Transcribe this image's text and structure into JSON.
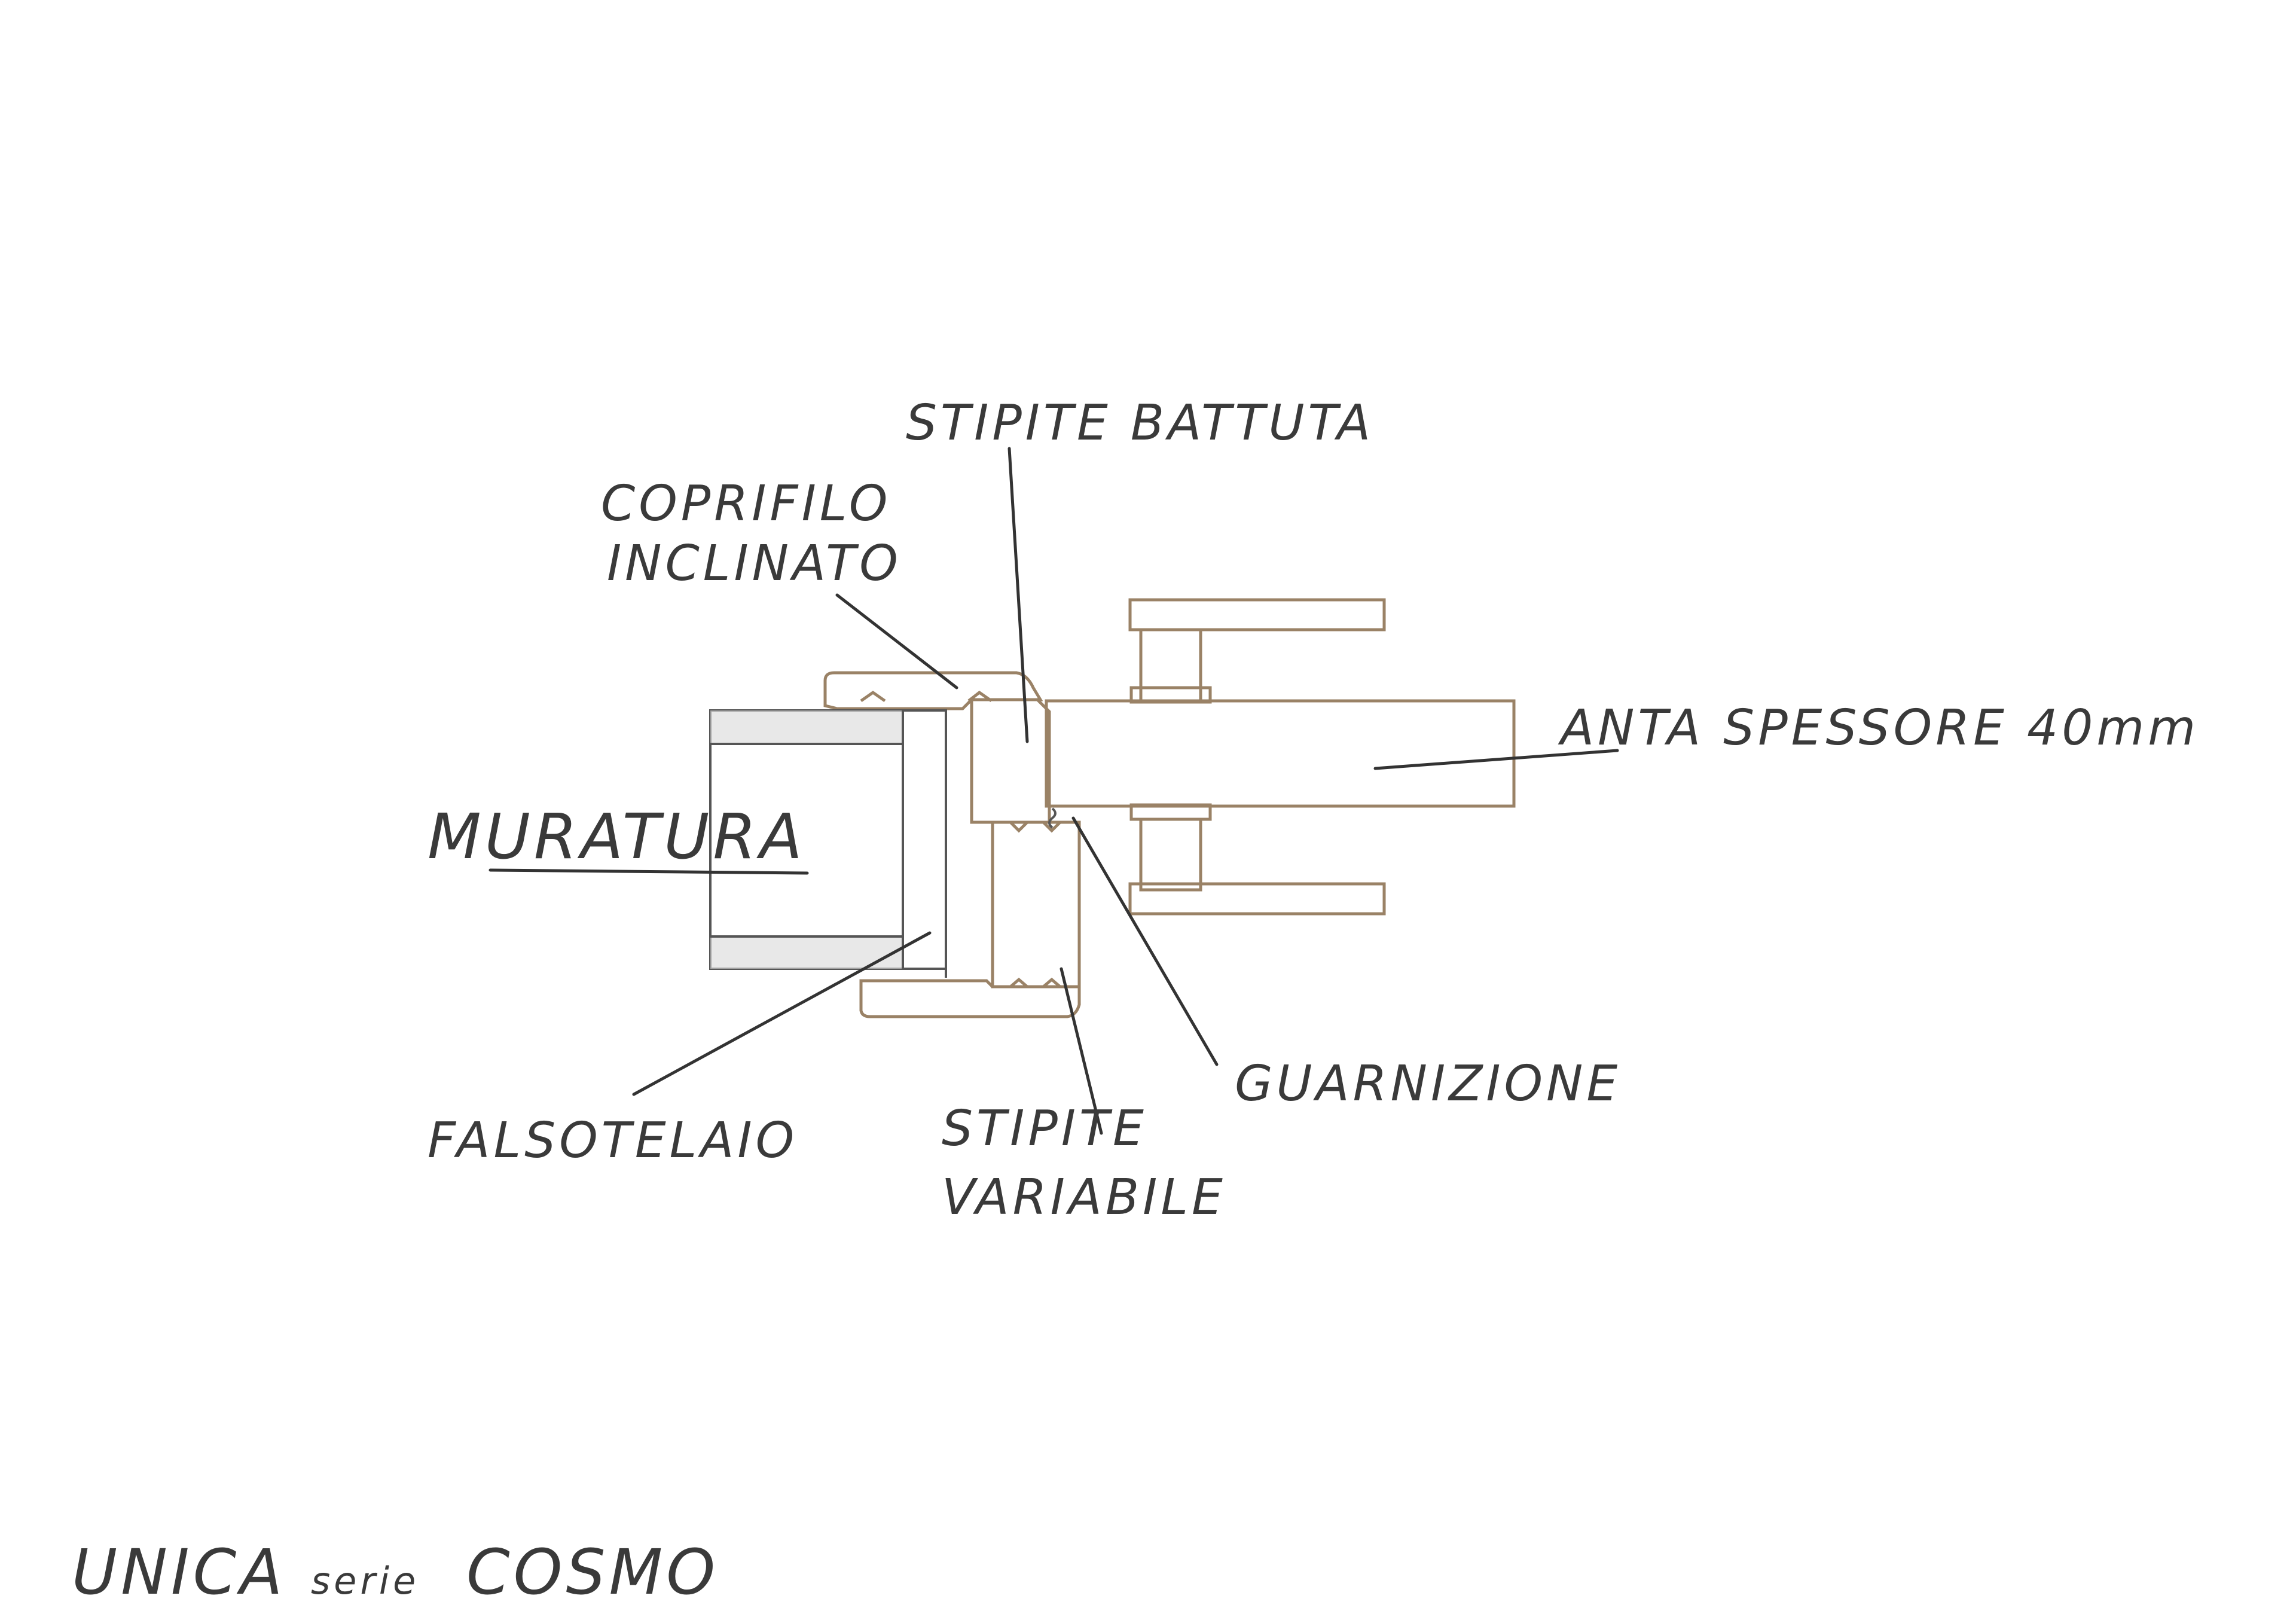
{
  "labels": {
    "stipite_battuta": "STIPITE BATTUTA",
    "coprifilo_1": "COPRIFILO",
    "coprifilo_2": "INCLINATO",
    "anta": "ANTA SPESSORE 40mm",
    "muratura": "MURATURA",
    "guarnizione": "GUARNIZIONE",
    "falsotelaio": "FALSOTELAIO",
    "stipite_variabile_1": "STIPITE",
    "stipite_variabile_2": "VARIABILE"
  },
  "footer": {
    "brand": "UNICA",
    "series_word": "serie",
    "series_name": "COSMO"
  },
  "colors": {
    "pencil": "#3a3a3a",
    "wood_outline": "#9a8266",
    "background": "#ffffff"
  }
}
